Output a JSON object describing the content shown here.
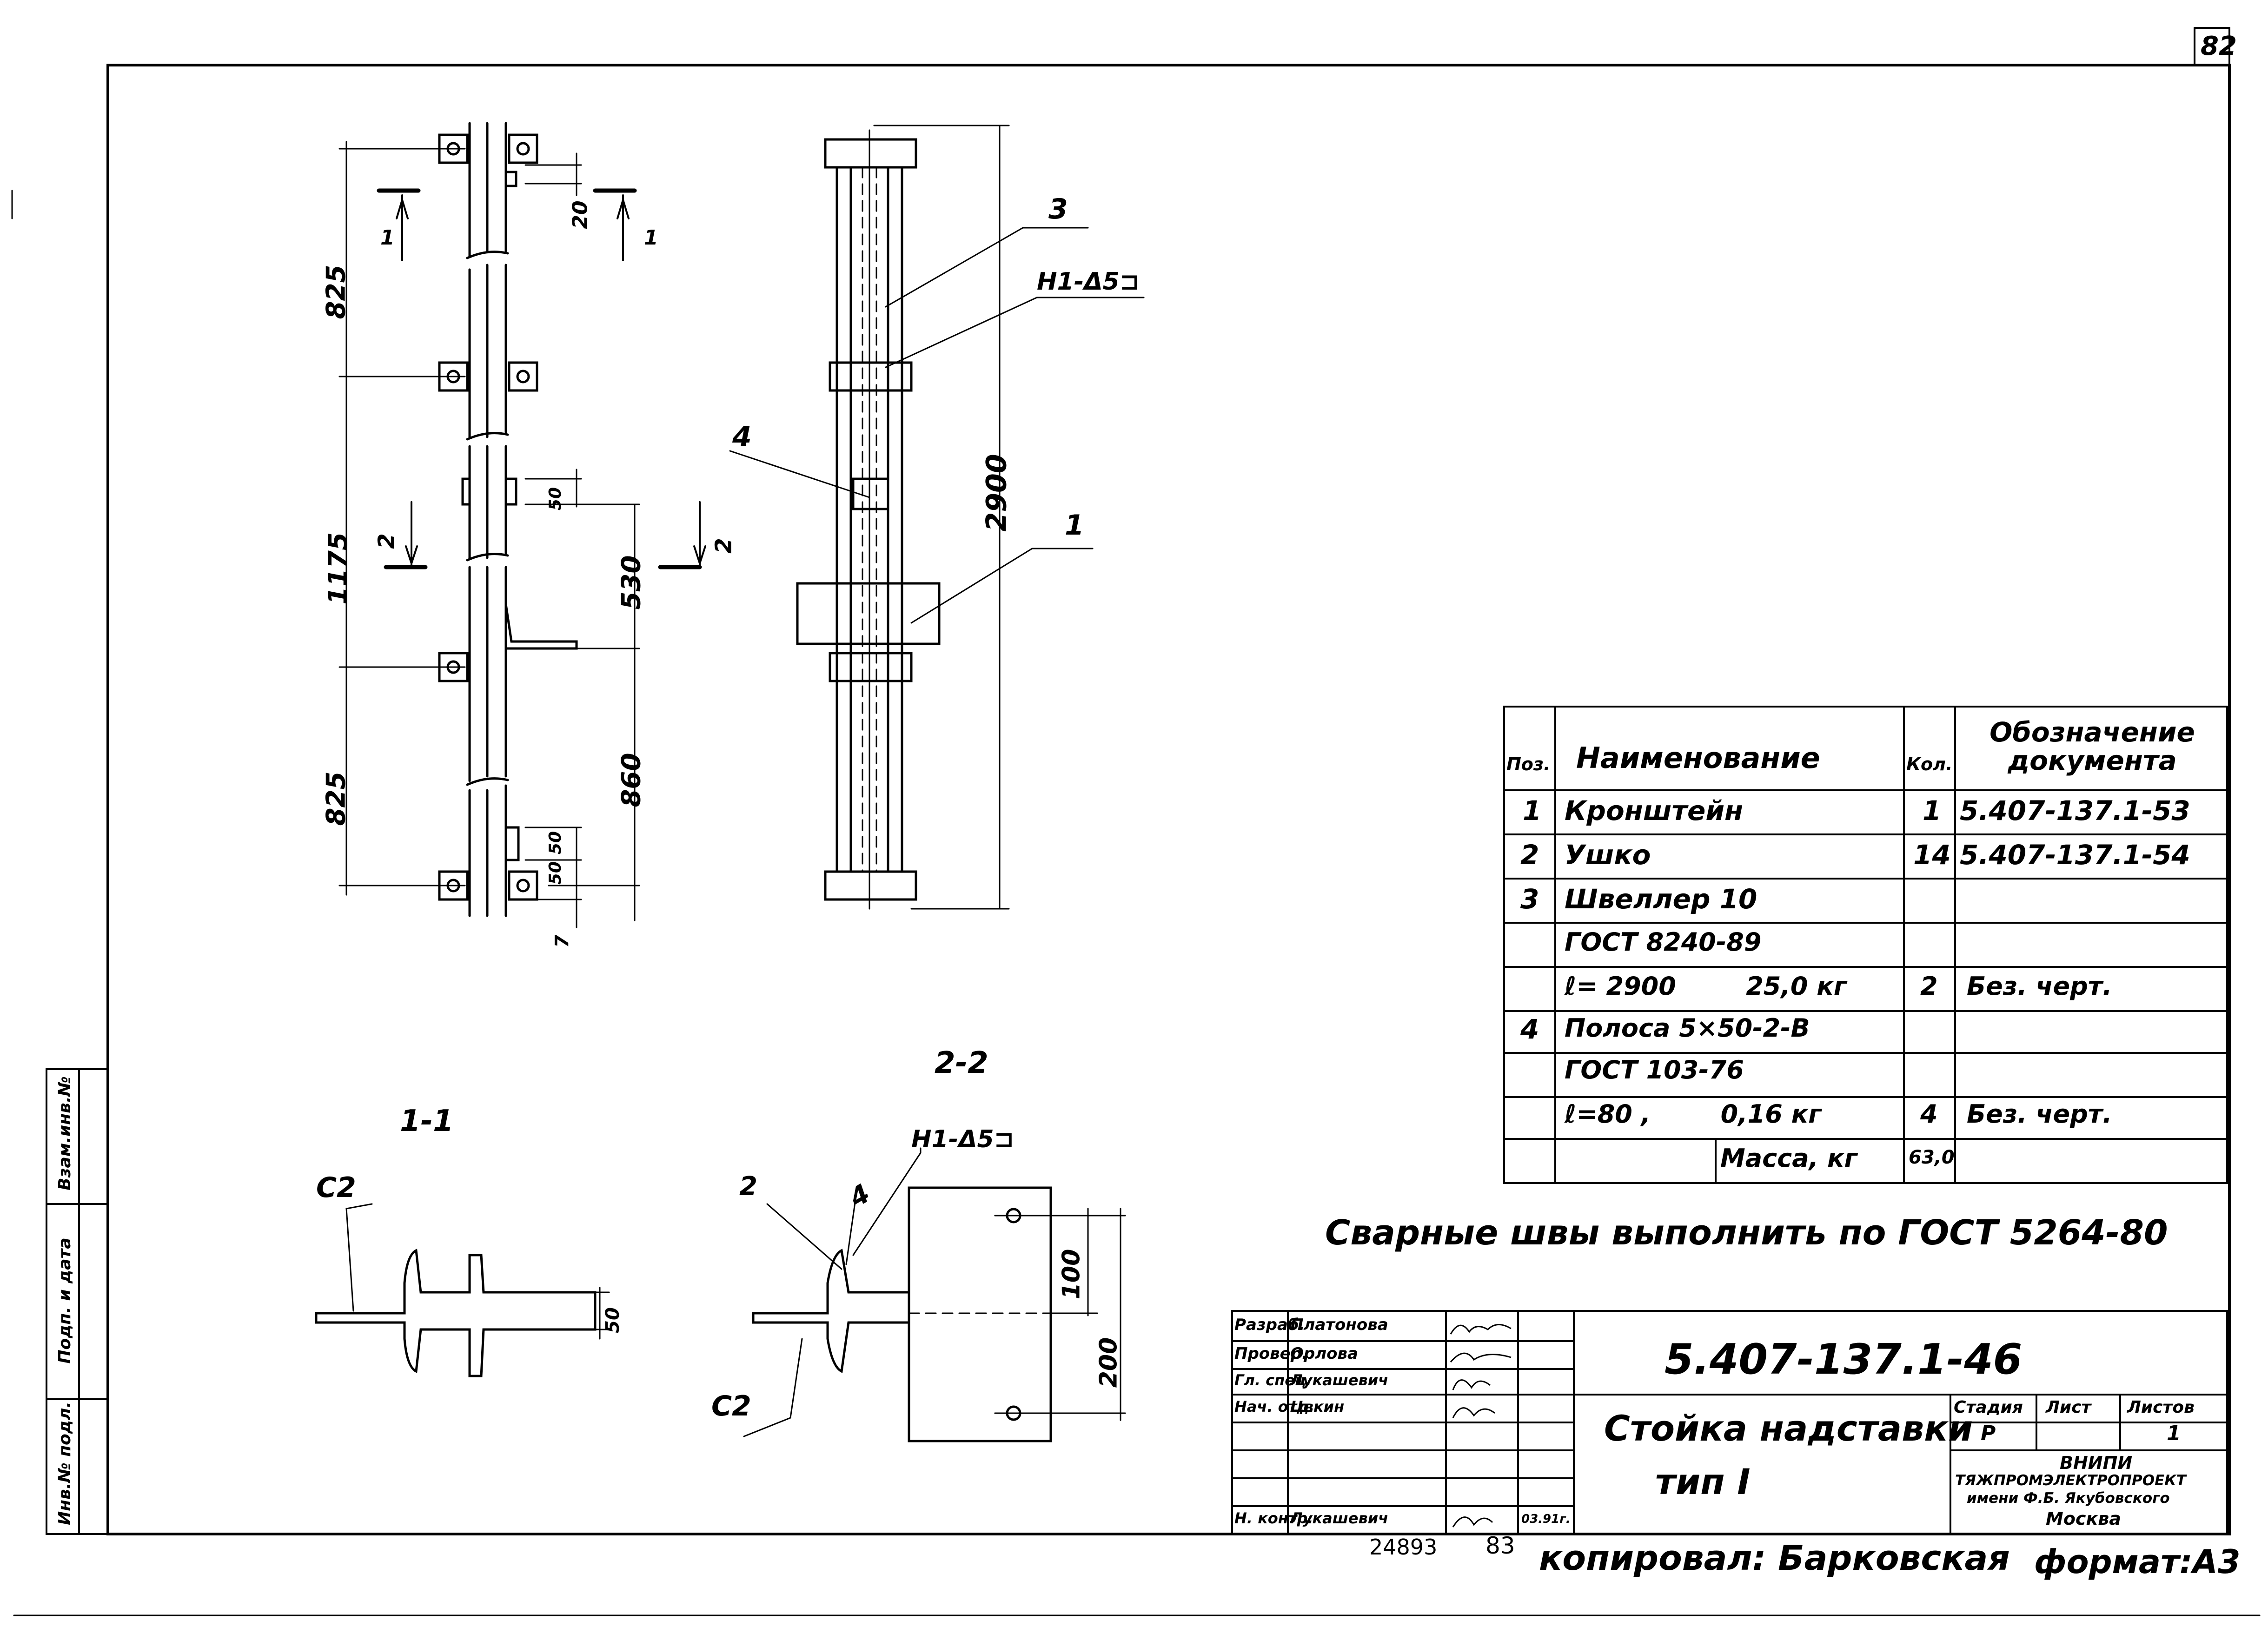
{
  "sheet": {
    "page_number": "82",
    "bottom_number_left": "24893",
    "bottom_number_right": "83",
    "copied_by": "копировал: Барковская",
    "format": "формат:А3"
  },
  "left_strip": {
    "field_1": "Взам.инв.№",
    "field_2": "Подп. и дата",
    "field_3": "Инв.№ подл."
  },
  "drawing": {
    "dims_left": [
      "825",
      "1175",
      "825"
    ],
    "dims_inner": [
      "20",
      "50",
      "530",
      "860",
      "50",
      "50",
      "7"
    ],
    "section_marks_top": [
      "1",
      "1"
    ],
    "section_marks_mid": [
      "2",
      "2"
    ],
    "dim_side_view": "2900",
    "weld_label": "Н1-Δ5⊐",
    "callouts": [
      "3",
      "4",
      "1"
    ],
    "section_1_title": "1-1",
    "section_1_label": "С2",
    "section_1_dim": "50",
    "section_2_title": "2-2",
    "section_2_weld": "Н1-Δ5⊐",
    "section_2_callouts": [
      "2",
      "4"
    ],
    "section_2_label": "С2",
    "section_2_dims": [
      "100",
      "200"
    ]
  },
  "spec_table": {
    "headers": [
      "Поз.",
      "Наименование",
      "Кол.",
      "Обозначение документа"
    ],
    "rows": [
      [
        "1",
        "Кронштейн",
        "1",
        "5.407-137.1-53"
      ],
      [
        "2",
        "Ушко",
        "14",
        "5.407-137.1-54"
      ],
      [
        "3",
        "Швеллер 10",
        "",
        ""
      ],
      [
        "",
        "ГОСТ 8240-89",
        "",
        ""
      ],
      [
        "",
        "ℓ= 2900        25,0 кг",
        "2",
        "Без. черт."
      ],
      [
        "4",
        "Полоса 5×50-2-В",
        "",
        ""
      ],
      [
        "",
        "ГОСТ 103-76",
        "",
        ""
      ],
      [
        "",
        "ℓ=80 ,        0,16 кг",
        "4",
        "Без. черт."
      ]
    ],
    "mass_label": "Масса, кг",
    "mass_value": "63,0"
  },
  "note": "Сварные швы выполнить по ГОСТ 5264-80",
  "title_block": {
    "roles": [
      "Разраб.",
      "Провер.",
      "Гл. спец.",
      "Нач. отд.",
      "",
      "",
      "Н. контр."
    ],
    "names": [
      "Платонова",
      "Орлова",
      "Лукашевич",
      "Цвкин",
      "",
      "",
      "Лукашевич"
    ],
    "date": "03.91г.",
    "doc_code": "5.407-137.1-46",
    "title_line1": "Стойка надставки",
    "title_line2": "тип I",
    "stage_label": "Стадия",
    "sheet_label": "Лист",
    "sheets_label": "Листов",
    "stage_value": "Р",
    "sheets_value": "1",
    "org_line1": "ВНИПИ",
    "org_line2": "ТЯЖПРОМЭЛЕКТРОПРОЕКТ",
    "org_line3": "имени Ф.Б. Якубовского",
    "org_line4": "Москва"
  }
}
